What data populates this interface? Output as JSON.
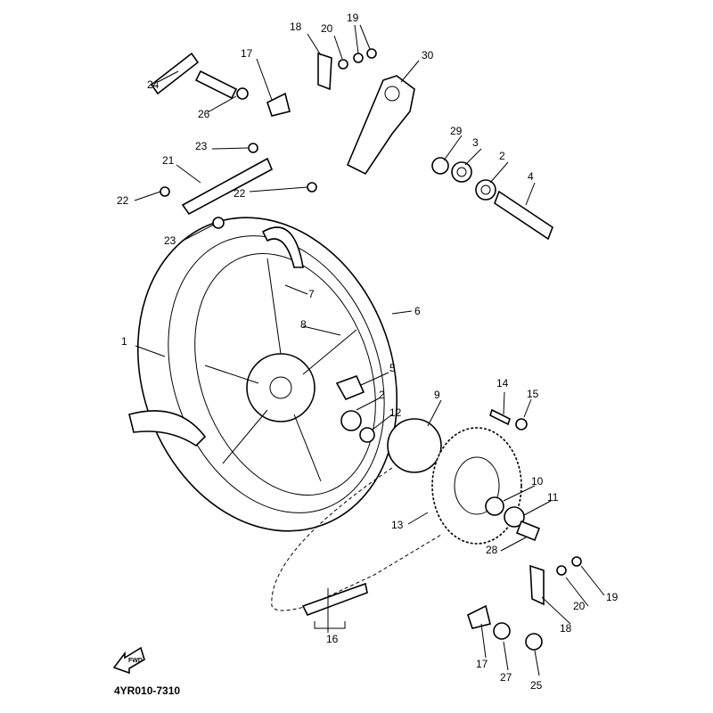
{
  "diagram": {
    "part_code": "4YR010-7310",
    "direction_badge": "FWD",
    "callouts": [
      "24",
      "26",
      "17",
      "18",
      "20",
      "19",
      "30",
      "29",
      "3",
      "2",
      "4",
      "23",
      "21",
      "22",
      "22",
      "23",
      "7",
      "8",
      "6",
      "1",
      "5",
      "2",
      "12",
      "9",
      "14",
      "15",
      "10",
      "11",
      "13",
      "28",
      "19",
      "20",
      "18",
      "16",
      "17",
      "27",
      "25"
    ]
  }
}
